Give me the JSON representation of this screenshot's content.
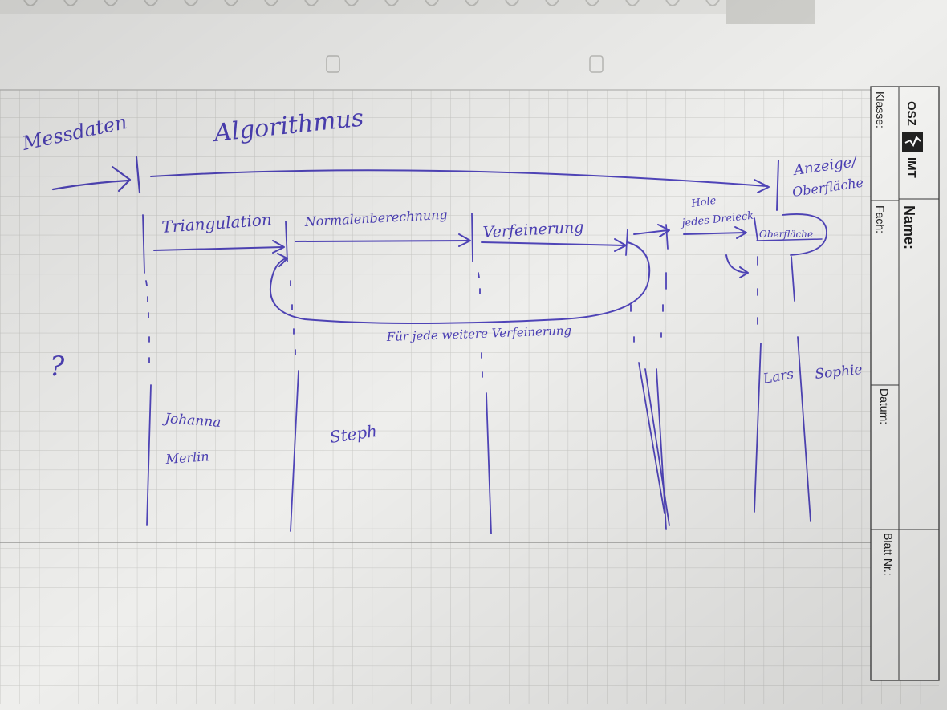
{
  "form": {
    "logo_left": "OSZ",
    "logo_right": "IMT",
    "name_label": "Name:",
    "klasse_label": "Klasse:",
    "fach_label": "Fach:",
    "datum_label": "Datum:",
    "blatt_label": "Blatt Nr.:"
  },
  "diagram": {
    "input_label": "Messdaten",
    "algorithm_title": "Algorithmus",
    "display_label_line1": "Anzeige/",
    "display_label_line2": "Oberfläche",
    "stages": [
      {
        "label": "Triangulation"
      },
      {
        "label": "Normalenberechnung"
      },
      {
        "label": "Verfeinerung"
      },
      {
        "label_line1": "Hole",
        "label_line2": "jedes Dreieck"
      },
      {
        "label": "Oberfläche"
      }
    ],
    "loop_label": "Für jede weitere Verfeinerung",
    "question_mark": "?",
    "people": [
      "Johanna",
      "Merlin",
      "Steph",
      "Lars",
      "Sophie"
    ]
  },
  "colors": {
    "ink": "#4f44b8",
    "paper": "#f1f1ef",
    "grid": "#c9c9c6",
    "form_border": "#3a3a3a"
  }
}
